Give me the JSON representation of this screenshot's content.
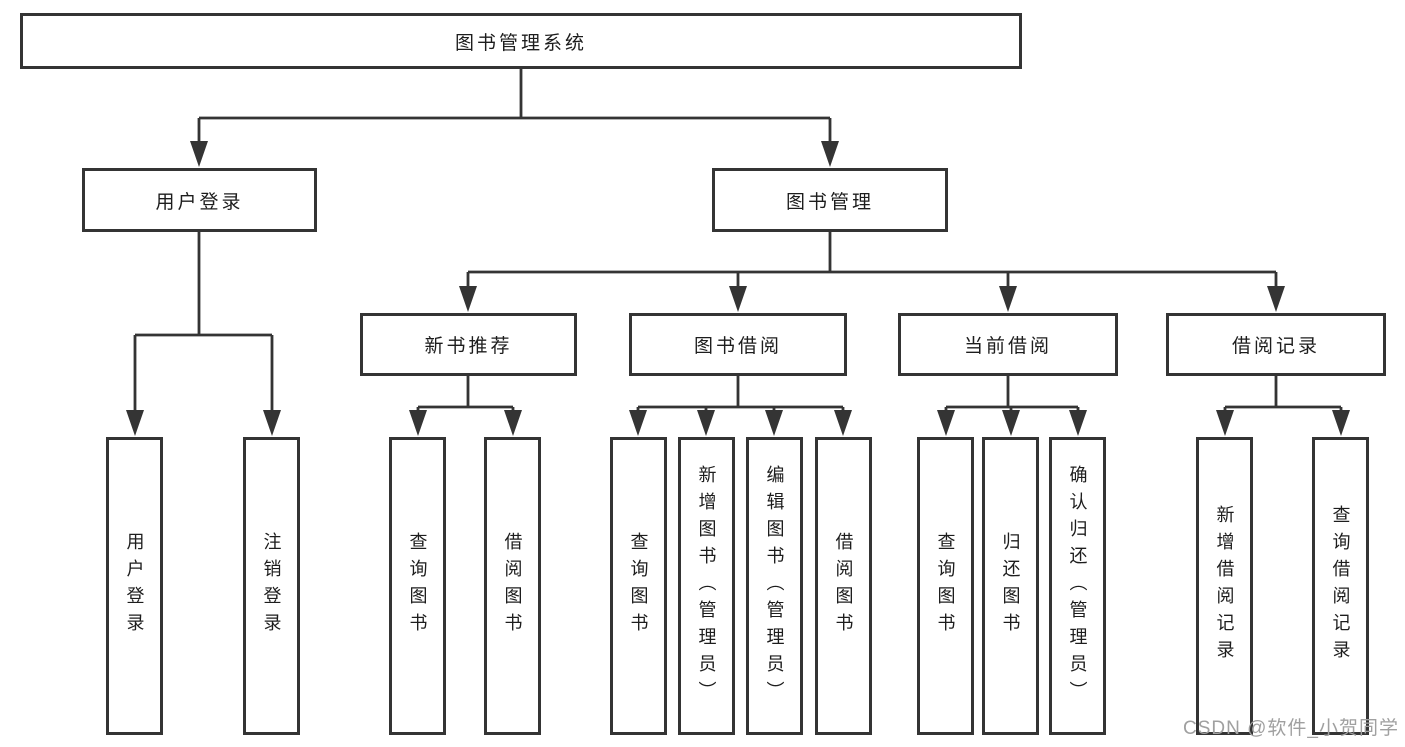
{
  "diagram": {
    "root": "图书管理系统",
    "level2": {
      "user_login": "用户登录",
      "book_management": "图书管理"
    },
    "level3": {
      "new_book_recommend": "新书推荐",
      "book_borrow": "图书借阅",
      "current_borrow": "当前借阅",
      "borrow_records": "借阅记录"
    },
    "leaves": {
      "user_login": "用户登录",
      "logout": "注销登录",
      "query_books_recommend": "查询图书",
      "borrow_books_recommend": "借阅图书",
      "query_books_borrow": "查询图书",
      "add_books_admin": "新增图书（管理员）",
      "edit_books_admin": "编辑图书（管理员）",
      "borrow_books": "借阅图书",
      "query_books_current": "查询图书",
      "return_books": "归还图书",
      "confirm_return_admin": "确认归还（管理员）",
      "add_borrow_record": "新增借阅记录",
      "query_borrow_record": "查询借阅记录"
    }
  },
  "watermark": "CSDN @软件_小贺同学",
  "colors": {
    "line": "#343434",
    "box_border": "#343434",
    "box_fill": "#ffffff",
    "text": "#1d1d1d",
    "watermark": "#a0a0a0",
    "background": "#ffffff"
  }
}
